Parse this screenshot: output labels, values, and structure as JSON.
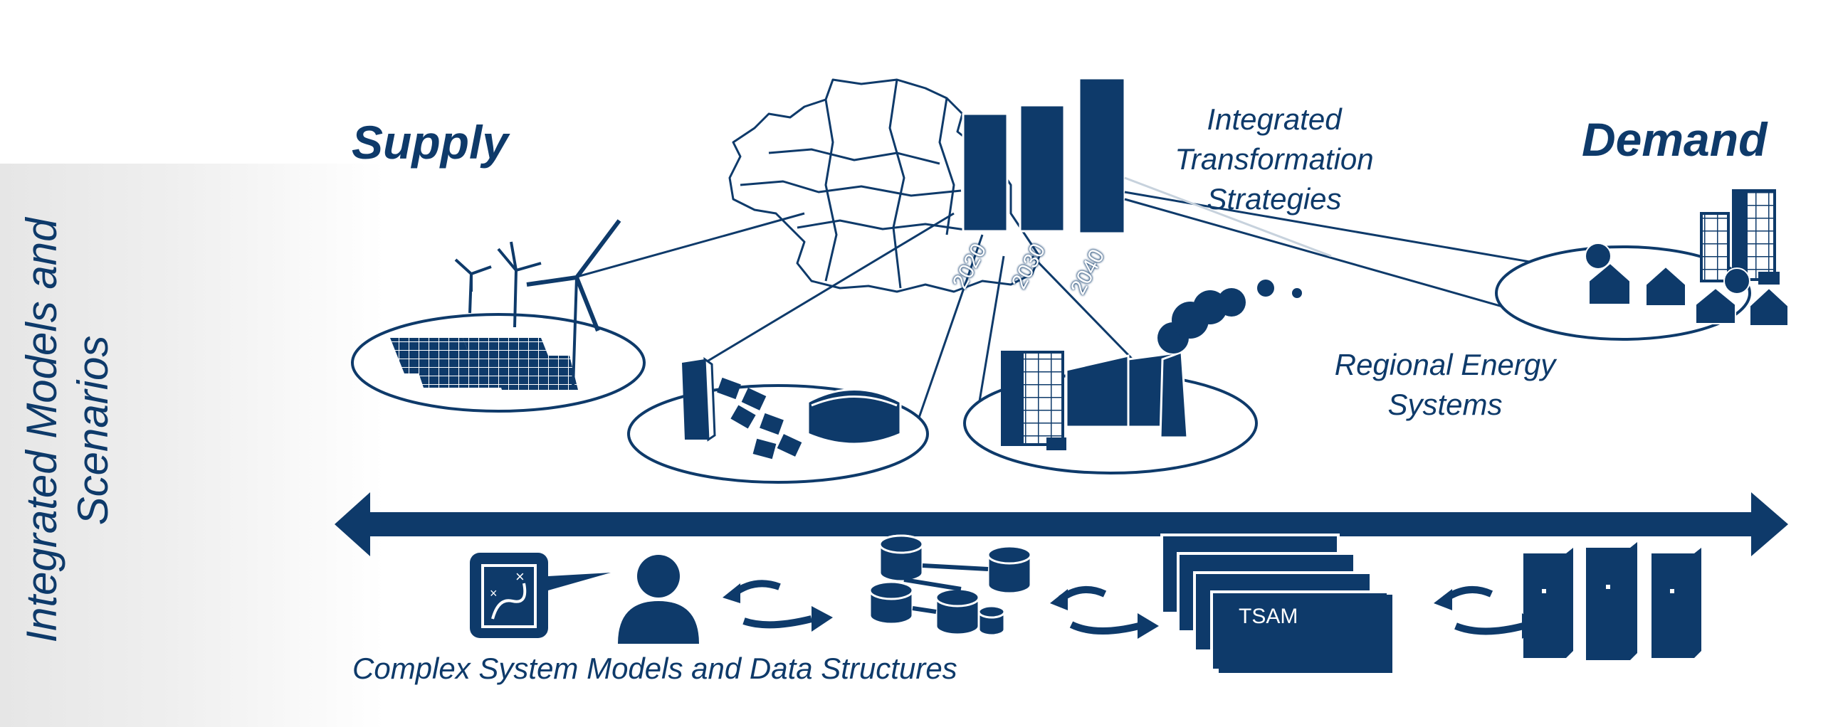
{
  "sidebar": {
    "title": "Integrated Models and\nScenarios"
  },
  "headings": {
    "supply": "Supply",
    "demand": "Demand"
  },
  "labels": {
    "integrated_transformation": "Integrated\nTransformation\nStrategies",
    "regional_energy": "Regional Energy\nSystems",
    "complex_models": "Complex System Models and Data Structures",
    "tsam": "TSAM"
  },
  "years": [
    "2020",
    "2030",
    "2040"
  ],
  "colors": {
    "primary": "#0e3a6a",
    "background_panel": "#ececec",
    "white": "#ffffff"
  },
  "icons": [
    "map-germany-icon",
    "wind-turbine-icon",
    "solar-panel-icon",
    "biogas-plant-icon",
    "power-plant-icon",
    "houses-icon",
    "office-tower-icon",
    "strategy-board-icon",
    "user-icon",
    "database-icon",
    "server-rack-icon",
    "cycle-arrows-icon",
    "double-arrow-icon"
  ]
}
